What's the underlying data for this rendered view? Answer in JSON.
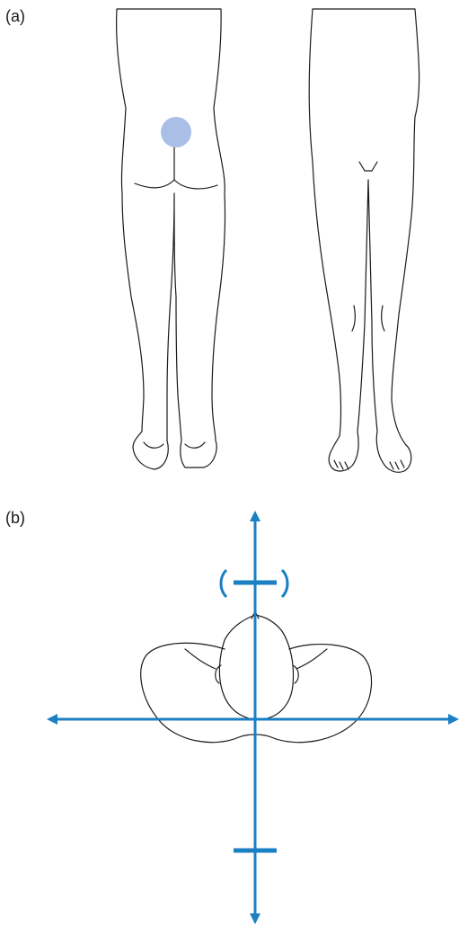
{
  "panels": {
    "a": {
      "label": "(a)"
    },
    "b": {
      "label": "(b)"
    }
  },
  "marker": {
    "shape": "circle",
    "color": "#a9bfe6"
  },
  "axes_color": "#1b7fc4",
  "upper_tick_parenthesized": true
}
